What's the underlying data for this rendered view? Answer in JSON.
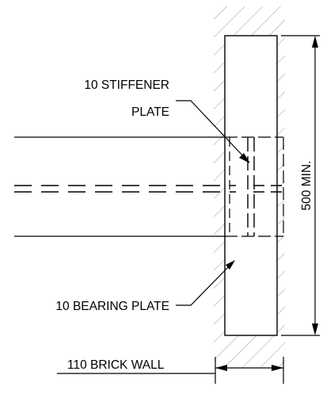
{
  "labels": {
    "stiffener_line1": "10 STIFFENER",
    "stiffener_line2": "PLATE",
    "bearing_plate": "10 BEARING PLATE",
    "brick_wall": "110 BRICK WALL",
    "dimension": "500 MIN."
  },
  "colors": {
    "line": "#000000",
    "hatch": "#9a9a9a",
    "background": "#ffffff"
  }
}
